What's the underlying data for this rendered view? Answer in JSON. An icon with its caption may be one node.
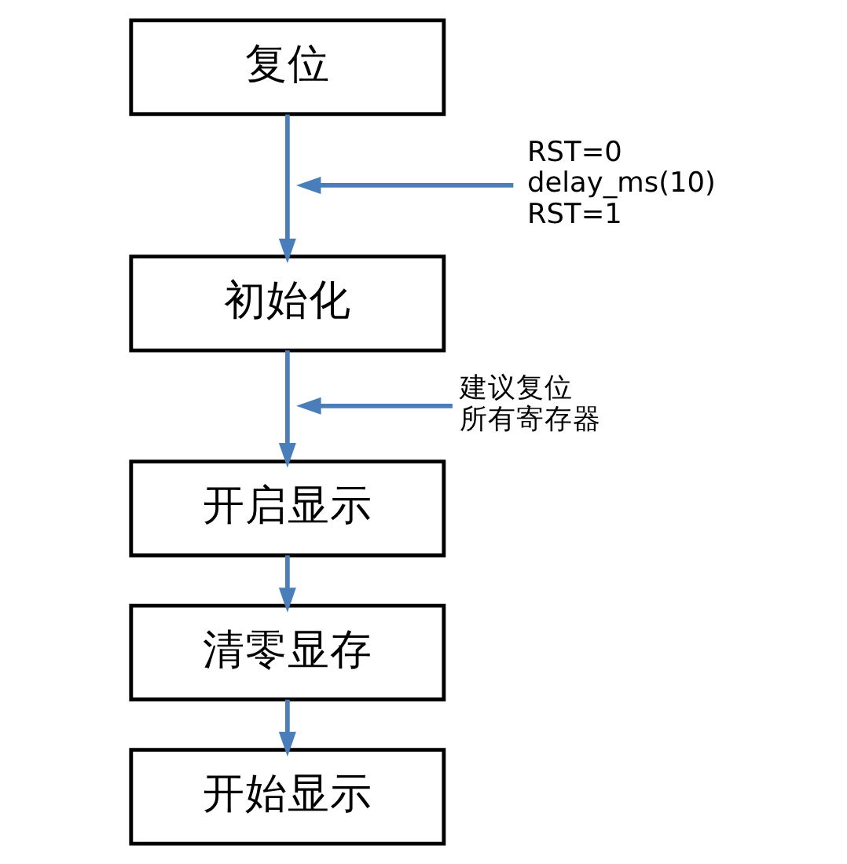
{
  "diagram": {
    "nodes": [
      {
        "text": [
          "复位"
        ]
      },
      {
        "text": [
          "初始化"
        ]
      },
      {
        "text": [
          "开启显示"
        ]
      },
      {
        "text": [
          "清零显存"
        ]
      },
      {
        "text": [
          "开始显示"
        ]
      },
      {
        "text": [
          "RST=0",
          "delay_ms(10)",
          "RST=1"
        ]
      },
      {
        "text": [
          "建议复位所有寄存器"
        ]
      }
    ],
    "edges": [
      {
        "from": 0,
        "to": 1,
        "arrow": "to"
      },
      {
        "from": 1,
        "to": 2,
        "arrow": "to"
      },
      {
        "from": 2,
        "to": 3,
        "arrow": "to"
      },
      {
        "from": 3,
        "to": 4,
        "arrow": "to"
      },
      {
        "from": 5,
        "to": null,
        "arrow": "to"
      },
      {
        "from": 6,
        "to": null,
        "arrow": "to"
      }
    ]
  }
}
